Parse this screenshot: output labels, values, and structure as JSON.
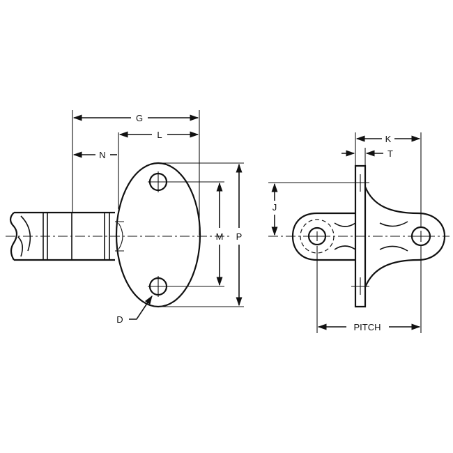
{
  "diagram": {
    "labels": {
      "G": "G",
      "L": "L",
      "N": "N",
      "M": "M",
      "P": "P",
      "D": "D",
      "K": "K",
      "T": "T",
      "J": "J",
      "PITCH": "PITCH"
    }
  }
}
